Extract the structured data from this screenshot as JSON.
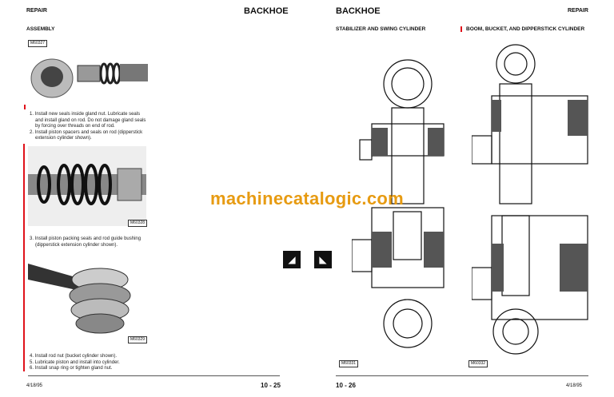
{
  "left_page": {
    "header_left": "REPAIR",
    "header_right": "BACKHOE",
    "section": "ASSEMBLY",
    "figures": [
      "M60327",
      "M60328",
      "M60329"
    ],
    "steps_a": [
      "1. Install new seals inside gland nut. Lubricate seals",
      "and install gland on rod. Do not damage gland seals",
      "by forcing over threads on end of rod.",
      "2. Install piston spacers and seals on rod (dipperstick",
      "extension cylinder shown)."
    ],
    "steps_b": [
      "3. Install piston packing seals and rod guide bushing",
      "(dipperstick extension cylinder shown)."
    ],
    "steps_c": [
      "4. Install rod nut (bucket cylinder shown).",
      "5. Lubricate piston and install into cylinder.",
      "6. Install snap ring or tighten gland nut."
    ],
    "footer_date": "4/18/95",
    "page_number": "10 - 25"
  },
  "right_page": {
    "header_left": "BACKHOE",
    "header_right": "REPAIR",
    "section_left": "STABILIZER AND SWING CYLINDER",
    "section_right": "BOOM, BUCKET, AND DIPPERSTICK CYLINDER",
    "figures": [
      "M60331",
      "M60332"
    ],
    "footer_date": "4/18/95",
    "page_number": "10 - 26"
  },
  "watermark": "machinecatalogic.com",
  "colors": {
    "accent_red": "#e0121b",
    "watermark": "#e79b12"
  }
}
